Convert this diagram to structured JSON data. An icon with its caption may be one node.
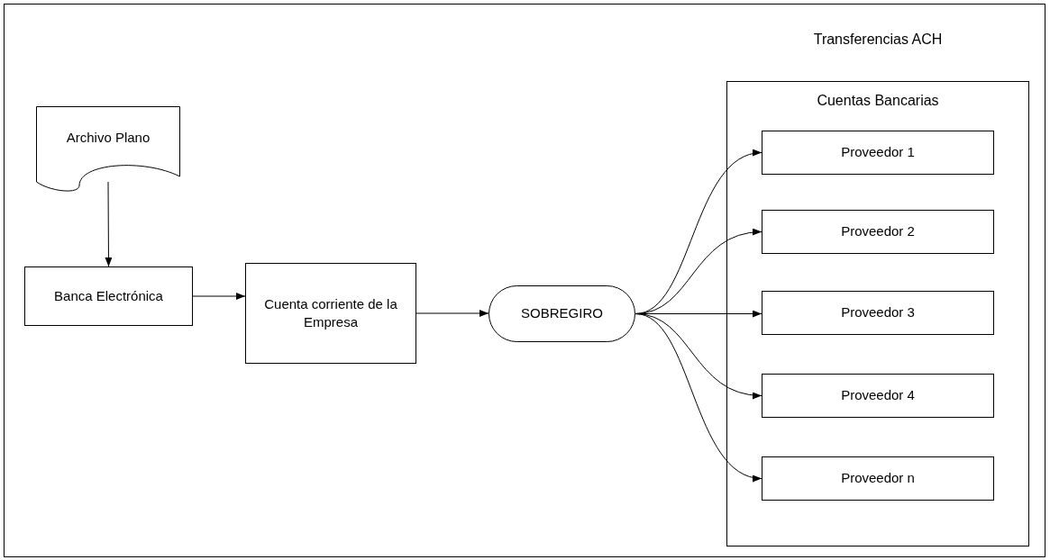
{
  "diagram": {
    "nodes": [
      {
        "text": [
          "Archivo Plano"
        ]
      },
      {
        "text": [
          "Banca Electrónica"
        ]
      },
      {
        "text": [
          "Cuenta corriente de la Empresa"
        ]
      },
      {
        "text": [
          "SOBREGIRO"
        ]
      },
      {
        "text": [
          "Transferencias ACH",
          "Cuentas Bancarias"
        ]
      },
      {
        "text": [
          "Proveedor 1"
        ],
        "in": 4
      },
      {
        "text": [
          "Proveedor 2"
        ],
        "in": 4
      },
      {
        "text": [
          "Proveedor 3"
        ],
        "in": 4
      },
      {
        "text": [
          "Proveedor 4"
        ],
        "in": 4
      },
      {
        "text": [
          "Proveedor n"
        ],
        "in": 4
      }
    ],
    "edges": [
      {
        "from": 0,
        "to": 1,
        "arrow": "to"
      },
      {
        "from": 1,
        "to": 2,
        "arrow": "to"
      },
      {
        "from": 2,
        "to": 3,
        "arrow": "to"
      },
      {
        "from": 3,
        "to": 5,
        "arrow": "to"
      },
      {
        "from": 3,
        "to": 6,
        "arrow": "to"
      },
      {
        "from": 3,
        "to": 7,
        "arrow": "to"
      },
      {
        "from": 3,
        "to": 8,
        "arrow": "to"
      },
      {
        "from": 3,
        "to": 9,
        "arrow": "to"
      }
    ]
  }
}
